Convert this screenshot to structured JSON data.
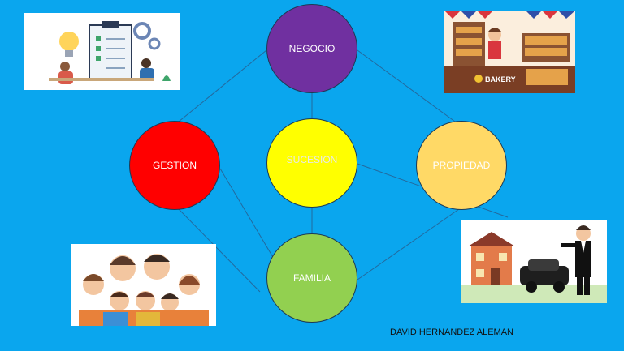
{
  "nodes": {
    "negocio": "NEGOCIO",
    "sucesion": "SUCESION",
    "gestion": "GESTION",
    "propiedad": "PROPIEDAD",
    "familia": "FAMILIA"
  },
  "images": {
    "bakery_sign": "BAKERY"
  },
  "author": "DAVID HERNANDEZ ALEMAN",
  "colors": {
    "background": "#0aa6ee",
    "negocio": "#7030a0",
    "sucesion": "#ffff00",
    "gestion": "#ff0000",
    "propiedad": "#ffd966",
    "familia": "#92d050"
  }
}
